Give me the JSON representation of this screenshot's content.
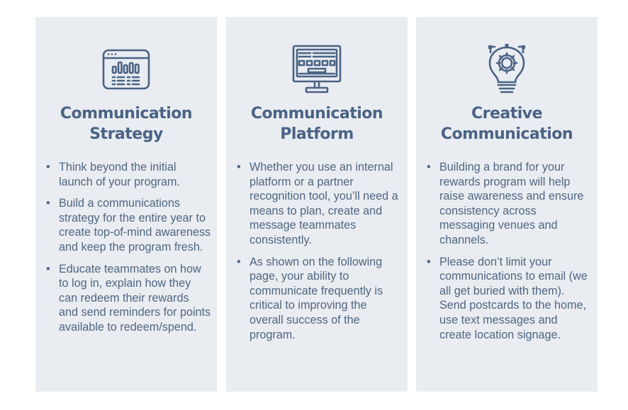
{
  "cards": [
    {
      "icon": "dashboard-browser-icon",
      "title_lines": [
        "Communication",
        "Strategy"
      ],
      "bullets": [
        "Think beyond the initial launch of your program.",
        "Build a communications strategy for the entire year to create top-of-mind awareness and keep the program fresh.",
        "Educate teammates on how to log in, explain how they can redeem their rewards and send reminders for points available to redeem/spend."
      ]
    },
    {
      "icon": "desktop-monitor-icon",
      "title_lines": [
        "Communication",
        "Platform"
      ],
      "bullets": [
        "Whether you use an internal platform or a partner recognition tool, you’ll need a means to plan, create and message teammates consistently.",
        "As shown on the following page, your ability to communicate frequently is critical to improving the overall success of the program."
      ]
    },
    {
      "icon": "lightbulb-gear-icon",
      "title_lines": [
        "Creative",
        "Communication"
      ],
      "bullets": [
        "Building a brand for your rewards program will help raise awareness and ensure consistency across messaging venues and channels.",
        "Please don’t limit your communications to email (we all get buried with them). Send postcards to the home, use text messages and create location signage."
      ]
    }
  ],
  "colors": {
    "card_background": "#e9ecf1",
    "title": "#4a6384",
    "body_text": "#4f6681",
    "icon_stroke": "#4a6384"
  }
}
